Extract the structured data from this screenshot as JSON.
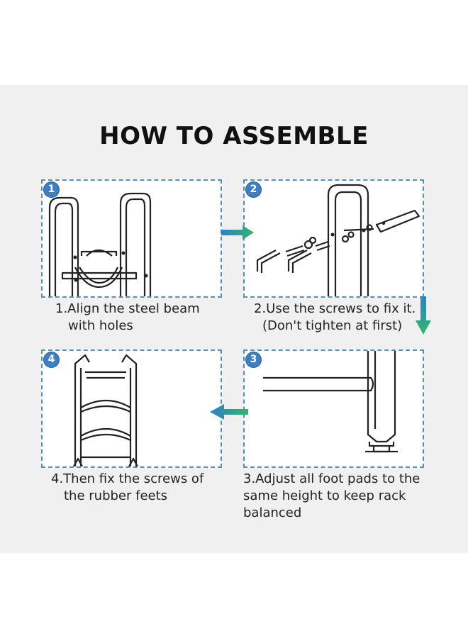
{
  "title": "HOW TO ASSEMBLE",
  "steps": [
    {
      "number": "1",
      "lines": [
        "1.Align the steel beam",
        "with holes"
      ]
    },
    {
      "number": "2",
      "lines": [
        "2.Use the screws to fix it.",
        "(Don't tighten at first)"
      ]
    },
    {
      "number": "3",
      "lines": [
        "3.Adjust all foot pads to the",
        "same height to keep rack",
        "balanced"
      ]
    },
    {
      "number": "4",
      "lines": [
        "4.Then fix the screws of",
        "the rubber feets"
      ]
    }
  ],
  "colors": {
    "border": "#5a8fb5",
    "badge": "#3d7fc4",
    "arrow_start": "#2f7fc7",
    "arrow_end": "#35b56a"
  },
  "icons": [
    "arrow-right-icon",
    "arrow-down-icon",
    "arrow-left-icon"
  ]
}
